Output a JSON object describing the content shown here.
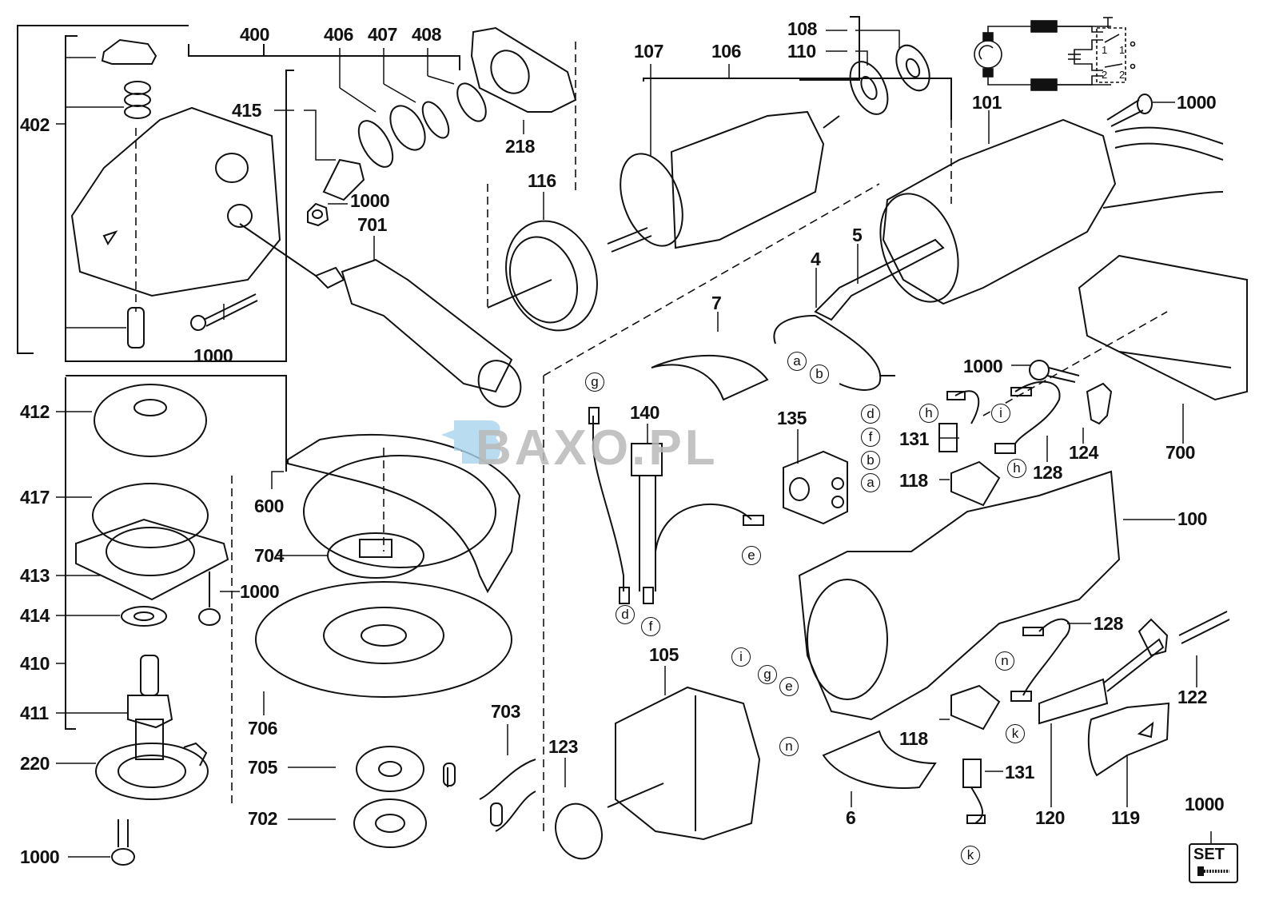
{
  "diagram": {
    "title": "Angle grinder exploded parts diagram",
    "watermark": "BAXO.PL",
    "set_badge": "SET",
    "part_labels": [
      {
        "id": "lbl-400",
        "text": "400"
      },
      {
        "id": "lbl-406",
        "text": "406"
      },
      {
        "id": "lbl-407",
        "text": "407"
      },
      {
        "id": "lbl-408",
        "text": "408"
      },
      {
        "id": "lbl-402",
        "text": "402"
      },
      {
        "id": "lbl-415",
        "text": "415"
      },
      {
        "id": "lbl-218",
        "text": "218"
      },
      {
        "id": "lbl-1000a",
        "text": "1000"
      },
      {
        "id": "lbl-701",
        "text": "701"
      },
      {
        "id": "lbl-1000b",
        "text": "1000"
      },
      {
        "id": "lbl-116",
        "text": "116"
      },
      {
        "id": "lbl-107",
        "text": "107"
      },
      {
        "id": "lbl-106",
        "text": "106"
      },
      {
        "id": "lbl-108",
        "text": "108"
      },
      {
        "id": "lbl-110",
        "text": "110"
      },
      {
        "id": "lbl-101",
        "text": "101"
      },
      {
        "id": "lbl-1000c",
        "text": "1000"
      },
      {
        "id": "lbl-5",
        "text": "5"
      },
      {
        "id": "lbl-4",
        "text": "4"
      },
      {
        "id": "lbl-7",
        "text": "7"
      },
      {
        "id": "lbl-412",
        "text": "412"
      },
      {
        "id": "lbl-417",
        "text": "417"
      },
      {
        "id": "lbl-413",
        "text": "413"
      },
      {
        "id": "lbl-1000d",
        "text": "1000"
      },
      {
        "id": "lbl-414",
        "text": "414"
      },
      {
        "id": "lbl-410",
        "text": "410"
      },
      {
        "id": "lbl-411",
        "text": "411"
      },
      {
        "id": "lbl-220",
        "text": "220"
      },
      {
        "id": "lbl-1000e",
        "text": "1000"
      },
      {
        "id": "lbl-600",
        "text": "600"
      },
      {
        "id": "lbl-704",
        "text": "704"
      },
      {
        "id": "lbl-706",
        "text": "706"
      },
      {
        "id": "lbl-705",
        "text": "705"
      },
      {
        "id": "lbl-702",
        "text": "702"
      },
      {
        "id": "lbl-703",
        "text": "703"
      },
      {
        "id": "lbl-140",
        "text": "140"
      },
      {
        "id": "lbl-135",
        "text": "135"
      },
      {
        "id": "lbl-105",
        "text": "105"
      },
      {
        "id": "lbl-123",
        "text": "123"
      },
      {
        "id": "lbl-6",
        "text": "6"
      },
      {
        "id": "lbl-1000f",
        "text": "1000"
      },
      {
        "id": "lbl-131a",
        "text": "131"
      },
      {
        "id": "lbl-118a",
        "text": "118"
      },
      {
        "id": "lbl-128a",
        "text": "128"
      },
      {
        "id": "lbl-124",
        "text": "124"
      },
      {
        "id": "lbl-700",
        "text": "700"
      },
      {
        "id": "lbl-100",
        "text": "100"
      },
      {
        "id": "lbl-128b",
        "text": "128"
      },
      {
        "id": "lbl-122",
        "text": "122"
      },
      {
        "id": "lbl-118b",
        "text": "118"
      },
      {
        "id": "lbl-131b",
        "text": "131"
      },
      {
        "id": "lbl-120",
        "text": "120"
      },
      {
        "id": "lbl-119",
        "text": "119"
      },
      {
        "id": "lbl-1000g",
        "text": "1000"
      }
    ],
    "wire_markers": [
      {
        "id": "m-a1",
        "text": "a"
      },
      {
        "id": "m-b1",
        "text": "b"
      },
      {
        "id": "m-g1",
        "text": "g"
      },
      {
        "id": "m-d1",
        "text": "d"
      },
      {
        "id": "m-f1",
        "text": "f"
      },
      {
        "id": "m-b2",
        "text": "b"
      },
      {
        "id": "m-a2",
        "text": "a"
      },
      {
        "id": "m-e1",
        "text": "e"
      },
      {
        "id": "m-d2",
        "text": "d"
      },
      {
        "id": "m-f2",
        "text": "f"
      },
      {
        "id": "m-h1",
        "text": "h"
      },
      {
        "id": "m-i1",
        "text": "i"
      },
      {
        "id": "m-h2",
        "text": "h"
      },
      {
        "id": "m-i2",
        "text": "i"
      },
      {
        "id": "m-g2",
        "text": "g"
      },
      {
        "id": "m-e2",
        "text": "e"
      },
      {
        "id": "m-n1",
        "text": "n"
      },
      {
        "id": "m-n2",
        "text": "n"
      },
      {
        "id": "m-k1",
        "text": "k"
      },
      {
        "id": "m-k2",
        "text": "k"
      }
    ],
    "schematic": {
      "switch_labels": [
        "1",
        "1",
        "2",
        "2"
      ]
    }
  }
}
